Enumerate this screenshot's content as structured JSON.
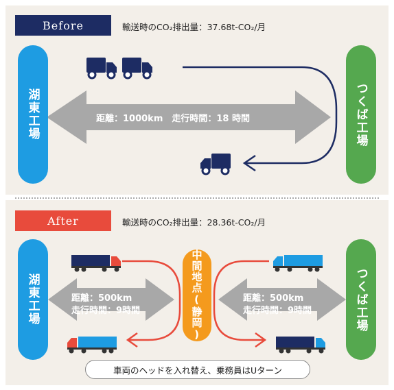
{
  "colors": {
    "before_tag": "#1d2c63",
    "after_tag": "#e84b3c",
    "factory_left": "#1e9ce2",
    "factory_right": "#55a84f",
    "midpoint": "#f49a1d",
    "gray_arrow": "#a8a8a8",
    "route_before": "#1d2c63",
    "route_after": "#e84b3c"
  },
  "before": {
    "tag": "Before",
    "co2": "輸送時のCO₂排出量：37.68t-CO₂/月",
    "left_factory": "湖東工場",
    "right_factory": "つくば工場",
    "arrow_text": "距離：1000km　走行時間：18 時間"
  },
  "after": {
    "tag": "After",
    "co2": "輸送時のCO₂排出量：28.36t-CO₂/月",
    "left_factory": "湖東工場",
    "right_factory": "つくば工場",
    "midpoint": "中間地点(静岡)",
    "left_arrow_line1": "距離：500km",
    "left_arrow_line2": "走行時間：9時間",
    "right_arrow_line1": "距離：500km",
    "right_arrow_line2": "走行時間：9時間",
    "note": "車両のヘッドを入れ替え、乗務員はUターン"
  },
  "icons": [
    "truck-icon",
    "trailer-truck-icon"
  ]
}
